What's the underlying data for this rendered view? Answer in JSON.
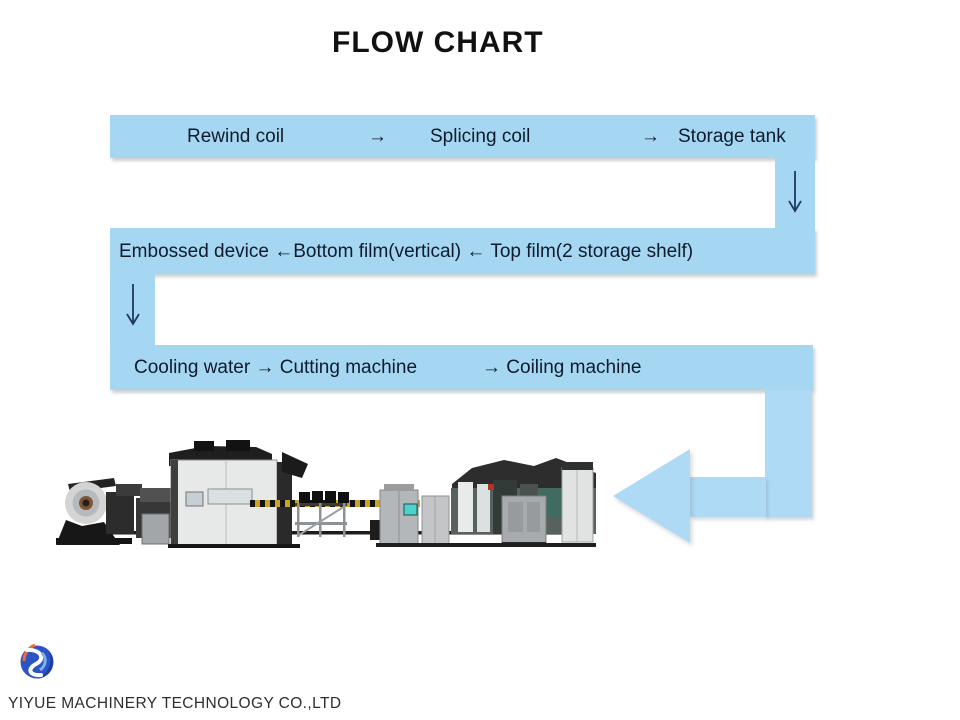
{
  "title": "FLOW CHART",
  "flow_chart": {
    "row1": {
      "items": [
        "Rewind coil",
        "→",
        "Splicing coil",
        "→",
        "Storage tank"
      ]
    },
    "row2": {
      "text": "Embossed device ←Bottom film(vertical) ← Top film(2 storage shelf)"
    },
    "row3": {
      "segments": [
        "Cooling water → Cutting machine",
        "→ Coiling machine"
      ]
    },
    "connector_icons": [
      "down-arrow-icon",
      "down-arrow-icon",
      "big-left-arrow"
    ]
  },
  "colors": {
    "band_blue": "#a5d7f2",
    "big_arrow_blue": "#afdaf5",
    "connector_navy": "#1f3864",
    "flow_text": "#0f1b2d",
    "title_text": "#111111",
    "logo_red": "#e23a1d",
    "logo_blue": "#2b55c4"
  },
  "images": {
    "machine_line": "production-line-photo"
  },
  "footer": {
    "company": "YIYUE MACHINERY TECHNOLOGY CO.,LTD"
  }
}
